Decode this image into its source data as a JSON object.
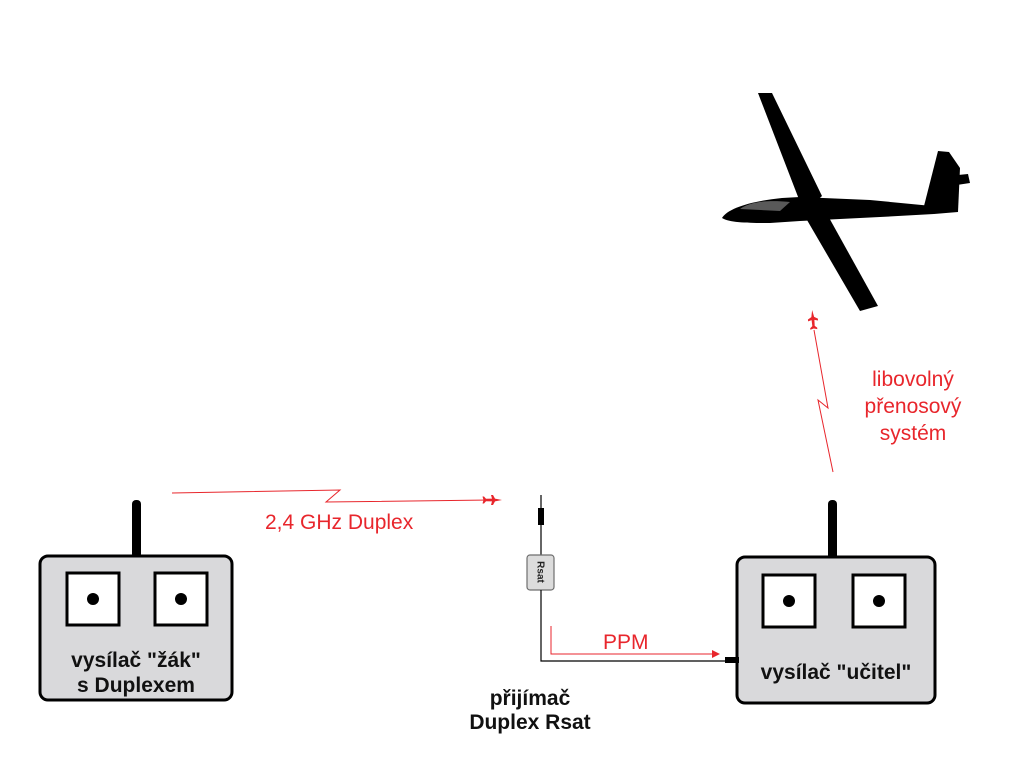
{
  "colors": {
    "signal_red": "#e8262c",
    "box_fill": "#d9d9db",
    "stroke": "#000000",
    "silhouette": "#000000"
  },
  "icons": {
    "aircraft": "glider-silhouette-icon",
    "arrowheads": "airplane-arrowhead-icon"
  },
  "nodes": {
    "student_transmitter": {
      "line1": "vysílač \"žák\"",
      "line2": "s Duplexem"
    },
    "teacher_transmitter": {
      "label": "vysílač \"učitel\""
    },
    "receiver": {
      "module_text": "Rsat",
      "line1": "přijímač",
      "line2": "Duplex Rsat"
    }
  },
  "links": {
    "duplex": "2,4 GHz Duplex",
    "ppm": "PPM",
    "any_system": {
      "line1": "libovolný",
      "line2": "přenosový",
      "line3": "systém"
    }
  }
}
